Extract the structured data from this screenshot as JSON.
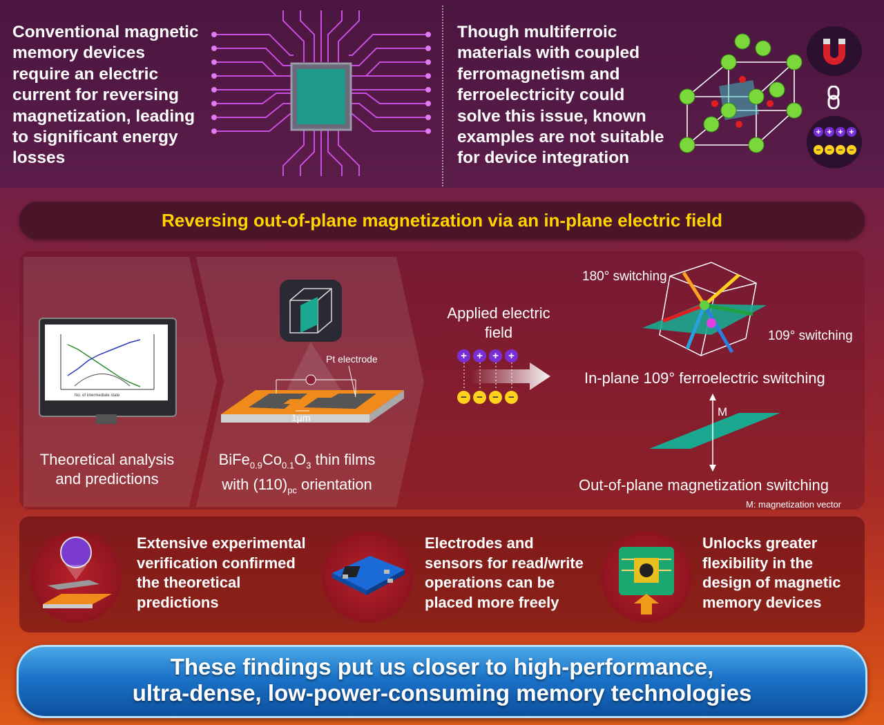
{
  "top_left": {
    "lines": [
      "Conventional magnetic",
      "memory devices",
      "require an electric",
      "current for reversing",
      "magnetization, leading",
      "to significant energy",
      "losses"
    ]
  },
  "top_right": {
    "lines": [
      "Though multiferroic",
      "materials with coupled",
      "ferromagnetism and",
      "ferroelectricity could",
      "solve this issue, known",
      "examples are not suitable",
      "for device integration"
    ]
  },
  "banner": {
    "title": "Reversing out-of-plane magnetization via an in-plane electric field"
  },
  "section1": {
    "label_line1": "Theoretical analysis",
    "label_line2": "and predictions",
    "chart_axis_x": "No. of intermediate state"
  },
  "section2": {
    "pt_label": "Pt electrode",
    "scale_label": "1μm",
    "formula": {
      "p1": "BiFe",
      "s1": "0.9",
      "p2": "Co",
      "s2": "0.1",
      "p3": "O",
      "s3": "3",
      "p4": " thin films"
    },
    "orientation": {
      "p1": "with (110)",
      "s1": "pc",
      "p2": " orientation"
    }
  },
  "section3": {
    "title_line1": "Applied electric",
    "title_line2": "field",
    "plus": [
      "+",
      "+",
      "+",
      "+"
    ],
    "minus": [
      "−",
      "−",
      "−",
      "−"
    ]
  },
  "section4": {
    "switch180": "180° switching",
    "switch109": "109° switching",
    "inplane": "In-plane 109° ferroelectric switching",
    "m_label": "M",
    "outofplane": "Out-of-plane magnetization switching",
    "m_note": "M: magnetization vector"
  },
  "findings": [
    {
      "lines": [
        "Extensive experimental",
        "verification confirmed",
        "the theoretical",
        "predictions"
      ]
    },
    {
      "lines": [
        "Electrodes and",
        "sensors for read/write",
        "operations can be",
        "placed more freely"
      ]
    },
    {
      "lines": [
        "Unlocks greater",
        "flexibility in the",
        "design of magnetic",
        "memory devices"
      ]
    }
  ],
  "conclusion": {
    "line1": "These findings put us closer to high-performance,",
    "line2": "ultra-dense, low-power-consuming memory technologies"
  },
  "icons": {
    "magnet": "magnet-icon",
    "link": "link-icon",
    "charges": "charges-icon"
  },
  "colors": {
    "banner_text": "#ffd400",
    "accent_teal": "#1aa890",
    "plus": "#7a2ed6",
    "minus": "#ffd21e"
  }
}
